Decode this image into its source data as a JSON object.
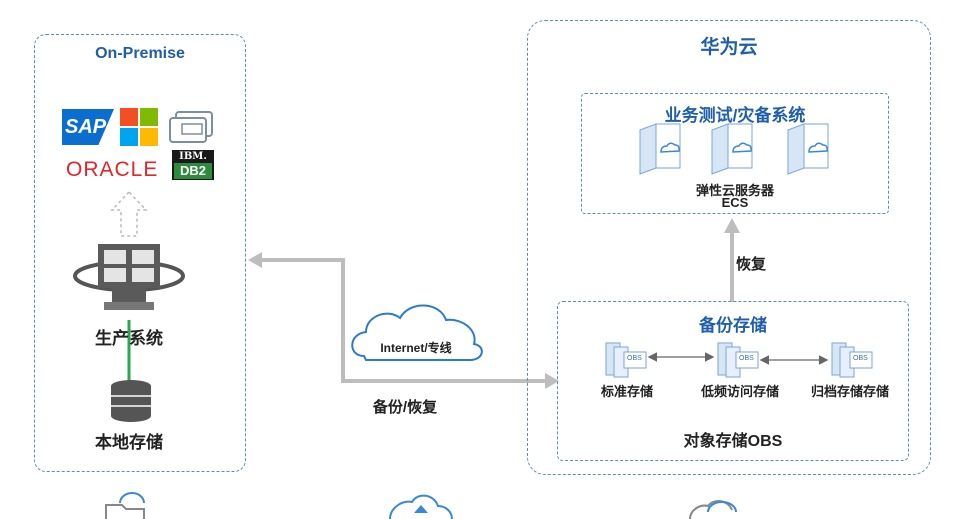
{
  "on_premise": {
    "title": "On-Premise",
    "logos": {
      "sap": "SAP",
      "oracle": "ORACLE",
      "ibm": "IBM.",
      "db2": "DB2"
    },
    "production": "生产系统",
    "local_storage": "本地存储"
  },
  "cloud": {
    "title": "华为云",
    "test_dr": {
      "title": "业务测试/灾备系统",
      "ecs_label_1": "弹性云服务器",
      "ecs_label_2": "ECS"
    },
    "restore_label": "恢复",
    "backup": {
      "title": "备份存储",
      "tiers": [
        "标准存储",
        "低频访问存储",
        "归档存储存储"
      ],
      "obs_tag": "OBS",
      "footer": "对象存储OBS"
    }
  },
  "link": {
    "cloud_label": "Internet/专线",
    "backup_restore": "备份/恢复"
  },
  "colors": {
    "accent": "#1f5ea8",
    "dashed_border": "#5b8db8",
    "arrow_grey": "#bdbdbd",
    "sap_blue": "#0a6ed1",
    "oracle_red": "#e0262a",
    "db2_green": "#2e8b3e"
  }
}
